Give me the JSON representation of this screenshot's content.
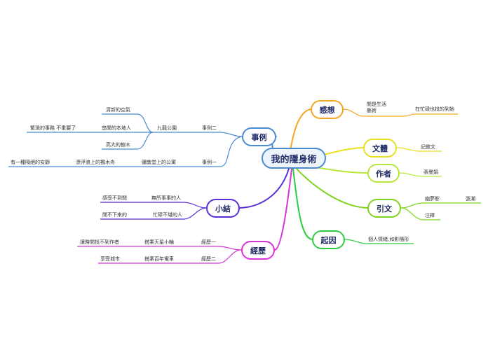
{
  "root": {
    "label": "我的隱身術"
  },
  "branches": {
    "gan_xiang": {
      "label": "感想",
      "color": "#f5a623",
      "child": {
        "label_line1": "閒是生活",
        "label_line2": "藝術"
      },
      "grandchild": {
        "label": "在忙碌也找的到她"
      }
    },
    "wen_ti": {
      "label": "文體",
      "color": "#e6e020",
      "child": {
        "label": "記敘文"
      }
    },
    "zuo_zhe": {
      "label": "作者",
      "color": "#b6e63c",
      "child": {
        "label": "張曼娟"
      }
    },
    "yin_wen": {
      "label": "引文",
      "color": "#7ed321",
      "children": [
        {
          "label": "幽夢影",
          "child": {
            "label": "張潮"
          }
        },
        {
          "label": "注釋"
        }
      ]
    },
    "qi_yin": {
      "label": "起因",
      "color": "#2ecc40",
      "child": {
        "label": "個人情緒,如影隨形"
      }
    },
    "shi_li": {
      "label": "事例",
      "color": "#4a8ad0",
      "children": [
        {
          "label": "事例二",
          "child": {
            "label": "九龍公園",
            "children": [
              {
                "label": "清新的空氣"
              },
              {
                "label": "悠閒的本地人",
                "child": {
                  "label": "繁瑣的事務 不重要了"
                }
              },
              {
                "label": "高大的樹木"
              }
            ]
          }
        },
        {
          "label": "事例一",
          "child": {
            "label": "彌敦堂上的公寓",
            "child": {
              "label": "漂浮浪上的獨木舟",
              "child": {
                "label": "有一種隔絕的安靜"
              }
            }
          }
        }
      ]
    },
    "xiao_jie": {
      "label": "小結",
      "color": "#5a2fd8",
      "children": [
        {
          "label": "無所事事的人",
          "child": {
            "label": "感受不到閒"
          }
        },
        {
          "label": "忙碌不堪的人",
          "child": {
            "label": "閒不下來的"
          }
        }
      ]
    },
    "jing_li": {
      "label": "經歷",
      "color": "#d633d6",
      "children": [
        {
          "label": "經歷一",
          "child": {
            "label": "搭乘天星小輪",
            "child": {
              "label": "讓時間找不到作者"
            }
          }
        },
        {
          "label": "經歷二",
          "child": {
            "label": "搭乘百年電車",
            "child": {
              "label": "享受城市"
            }
          }
        }
      ]
    }
  }
}
